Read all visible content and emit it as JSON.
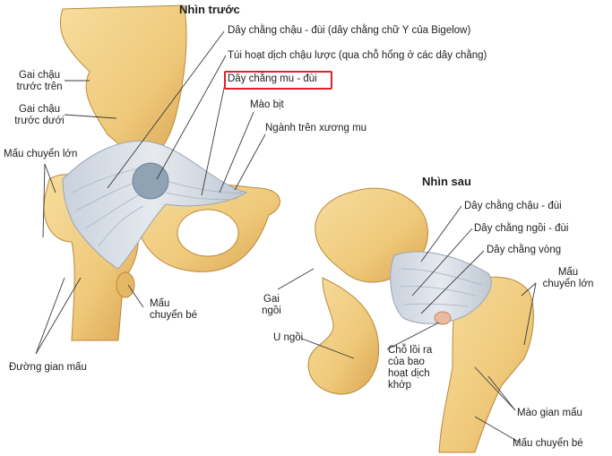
{
  "titles": {
    "front": "Nhìn trước",
    "back": "Nhìn sau"
  },
  "front_labels": {
    "y_ligament": "Dây chằng chậu - đùi (dây chằng chữ Y của Bigelow)",
    "iliopsoas_bursa": "Túi hoạt dịch chậu lược (qua chỗ hổng ở các dây chằng)",
    "pubofemoral": "Dây chằng mu - đùi",
    "pectineal_line": "Mào bịt",
    "superior_pubic_ramus": "Ngành trên xương mu",
    "asis_1": "Gai chậu",
    "asis_2": "trước trên",
    "aiis_1": "Gai chậu",
    "aiis_2": "trước dưới",
    "greater_trochanter": "Mấu chuyển lớn",
    "lesser_trochanter_1": "Mấu",
    "lesser_trochanter_2": "chuyển bé",
    "intertrochanteric_line": "Đường gian mấu"
  },
  "back_labels": {
    "iliofemoral": "Dây chằng chậu - đùi",
    "ischiofemoral": "Dây chằng ngồi - đùi",
    "zona_orbicularis": "Dây chằng vòng",
    "greater_trochanter_1": "Mấu",
    "greater_trochanter_2": "chuyển lớn",
    "ischial_spine_1": "Gai",
    "ischial_spine_2": "ngồi",
    "ischial_tuberosity": "U ngồi",
    "synovial_protrusion_1": "Chỗ lồi ra",
    "synovial_protrusion_2": "của bao",
    "synovial_protrusion_3": "hoạt dịch",
    "synovial_protrusion_4": "khớp",
    "intertrochanteric_crest": "Mào gian mấu",
    "lesser_trochanter": "Mấu chuyển bé"
  },
  "highlighted_label": "pubofemoral",
  "colors": {
    "bone": "#f0cf86",
    "bone_shadow": "#c9963e",
    "ligament": "#d4dbe4",
    "ligament_line": "#9aa6b4",
    "bursa": "#8fa3b5",
    "highlight_box": "#e0202a",
    "leader_line": "#3a3a3a"
  }
}
